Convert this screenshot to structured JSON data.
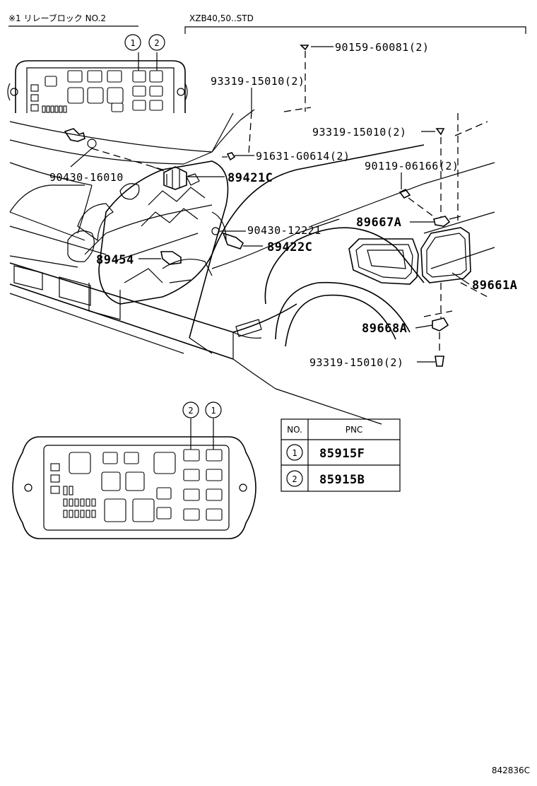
{
  "header": {
    "relay_block_title": "※1 リレーブロック NO.2",
    "model_scope": "XZB40,50..STD"
  },
  "callouts": {
    "c1": "90159-60081(2)",
    "c2": "93319-15010(2)",
    "c3": "93319-15010(2)",
    "c4": "91631-G0614(2)",
    "c5": "90119-06166(2)",
    "c6": "90430-16010",
    "c7": "89421C",
    "c8": "89667A",
    "c9": "90430-12221",
    "c10": "89422C",
    "c11": "89454",
    "c12": "89661A",
    "c13": "89668A",
    "c14": "93319-15010(2)"
  },
  "markers": {
    "one": "1",
    "two": "2"
  },
  "pnc_table": {
    "col_no": "NO.",
    "col_pnc": "PNC",
    "rows": [
      {
        "no": "1",
        "pnc": "85915F"
      },
      {
        "no": "2",
        "pnc": "85915B"
      }
    ]
  },
  "footer": {
    "drawing_id": "842836C"
  }
}
